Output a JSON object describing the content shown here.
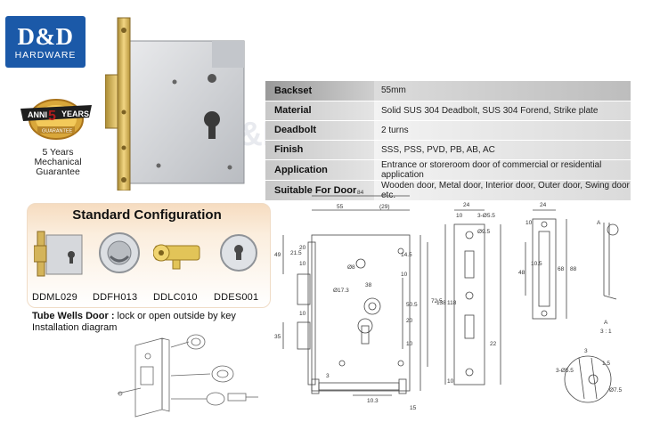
{
  "logo": {
    "main": "D&D",
    "sub": "HARDWARE"
  },
  "badge": {
    "brand": "ANNI",
    "years": "5",
    "word": "YEARS",
    "ribbon": "GUARANTEE"
  },
  "guarantee": {
    "line1": "5 Years",
    "line2": "Mechanical",
    "line3": "Guarantee"
  },
  "specs": [
    {
      "label": "Backset",
      "value": "55mm"
    },
    {
      "label": "Material",
      "value": "Solid SUS 304 Deadbolt, SUS 304 Forend, Strike plate"
    },
    {
      "label": "Deadbolt",
      "value": "2 turns"
    },
    {
      "label": "Finish",
      "value": "SSS, PSS, PVD, PB, AB, AC"
    },
    {
      "label": "Application",
      "value": "Entrance or storeroom door of commercial or residential application"
    },
    {
      "label": "Suitable For Door",
      "value": "Wooden door, Metal door,  Interior door, Outer door, Swing door etc."
    }
  ],
  "config": {
    "title": "Standard Configuration",
    "parts": [
      "DDML029",
      "DDFH013",
      "DDLC010",
      "DDES001"
    ],
    "tube_bold": "Tube Wells Door :",
    "tube_rest": " lock or open outside by key",
    "install": "Installation diagram"
  },
  "dims": {
    "d84": "84",
    "d55": "55",
    "d29": "(29)",
    "d24a": "24",
    "d24b": "24",
    "d10a": "10",
    "d10b": "10",
    "d49": "49",
    "d215": "21.5",
    "d20": "20",
    "d10c": "10",
    "d10d": "10",
    "d35": "35",
    "d8": "Ø8",
    "d173": "Ø17.3",
    "d38": "38",
    "d145": "14.5",
    "d10e": "10",
    "d505": "50.5",
    "d725": "72.5",
    "d20b": "20",
    "d10f": "10",
    "d103": "10.3",
    "d3a": "3",
    "d355": "3-Ø5.5",
    "d95": "Ø9.5",
    "d138": "138",
    "d118": "118",
    "d10g": "10",
    "d22": "22",
    "d48": "48",
    "d105": "10.5",
    "d68": "68",
    "d88": "88",
    "dA": "A",
    "dA2": "A",
    "d31": "3 : 1",
    "d3b": "3",
    "d15": "1.5",
    "d305": "3-Ø5.5",
    "d75": "Ø7.5",
    "d15b": "15"
  },
  "colors": {
    "logo_blue": "#1b59a8",
    "brass": "#c9a64a"
  }
}
